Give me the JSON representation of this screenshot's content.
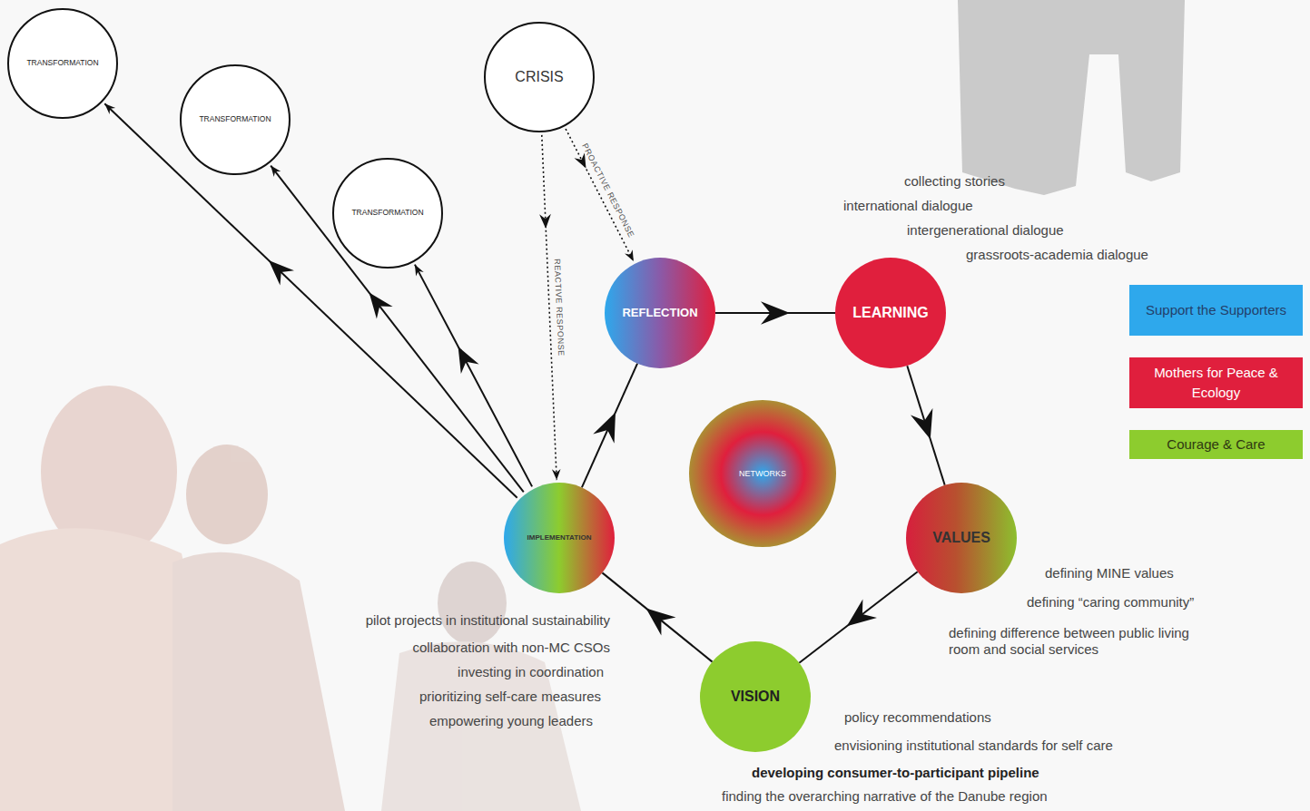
{
  "diagram": {
    "nodes": [
      {
        "text": [
          "TRANSFORMATION"
        ]
      },
      {
        "text": [
          "TRANSFORMATION"
        ]
      },
      {
        "text": [
          "TRANSFORMATION"
        ]
      },
      {
        "text": [
          "CRISIS"
        ]
      },
      {
        "text": [
          "REFLECTION"
        ]
      },
      {
        "text": [
          "LEARNING"
        ]
      },
      {
        "text": [
          "NETWORKS"
        ]
      },
      {
        "text": [
          "VALUES"
        ]
      },
      {
        "text": [
          "VISION"
        ]
      },
      {
        "text": [
          "IMPLEMENTATION"
        ]
      }
    ],
    "edges": [
      {
        "from": 4,
        "to": 5,
        "arrow": "to"
      },
      {
        "from": 5,
        "to": 7,
        "arrow": "to"
      },
      {
        "from": 7,
        "to": 8,
        "arrow": "to"
      },
      {
        "from": 8,
        "to": 9,
        "arrow": "to"
      },
      {
        "from": 9,
        "to": 4,
        "arrow": "to"
      },
      {
        "from": 9,
        "to": 0,
        "arrow": "to"
      },
      {
        "from": 9,
        "to": 1,
        "arrow": "to"
      },
      {
        "from": 9,
        "to": 2,
        "arrow": "to"
      },
      {
        "from": 3,
        "to": 9,
        "label": "REACTIVE RESPONSE",
        "arrow": "to"
      },
      {
        "from": 3,
        "to": 4,
        "label": "PROACTIVE RESPONSE",
        "arrow": "to"
      }
    ],
    "labels": [
      "collecting stories",
      "international dialogue",
      "intergenerational dialogue",
      "grassroots-academia dialogue",
      "defining MINE values",
      "defining “caring community”",
      "defining difference between public living room and social services",
      "policy  recommendations",
      "envisioning institutional standards for self care",
      "developing consumer-to-participant pipeline",
      "finding the overarching narrative of the Danube region",
      "pilot projects in institutional sustainability",
      "collaboration with non-MC CSOs",
      "investing in coordination",
      "prioritizing self-care measures",
      "empowering young leaders"
    ],
    "legend": [
      {
        "text": "Support the Supporters",
        "color": "#2ea8ec"
      },
      {
        "text": "Mothers for Peace & Ecology",
        "color": "#e01f3d"
      },
      {
        "text": "Courage & Care",
        "color": "#8dcc2e"
      }
    ]
  }
}
